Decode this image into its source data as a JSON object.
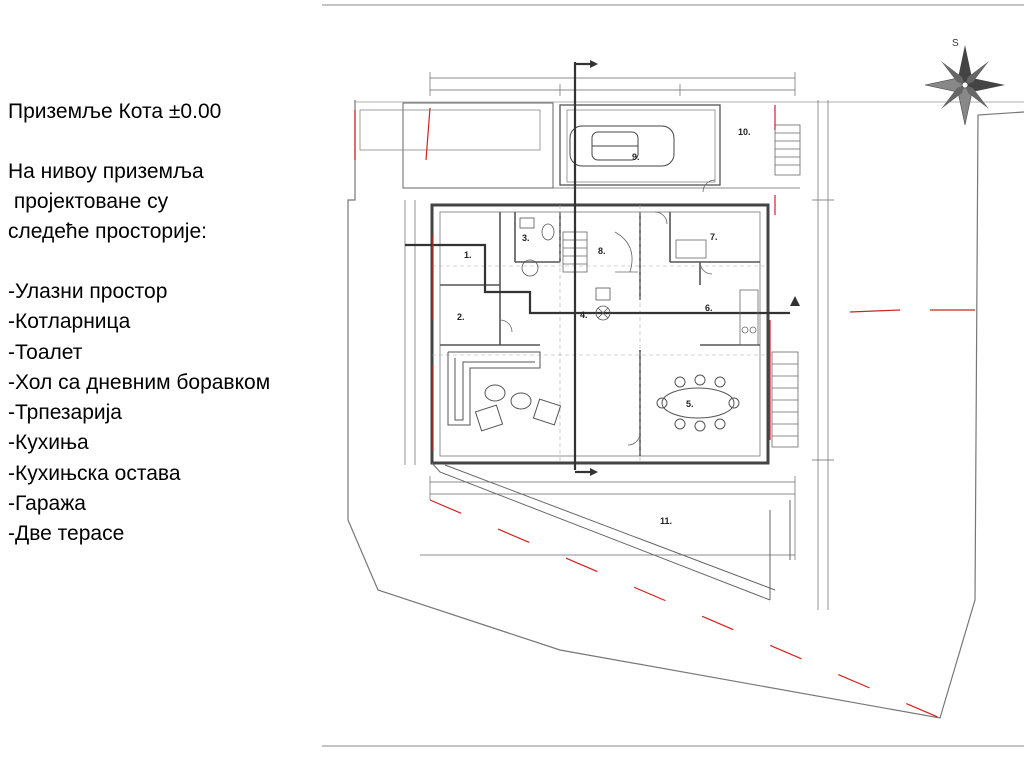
{
  "slide": {
    "title": "Приземље Кота ±0.00",
    "intro_lines": [
      "На нивоу приземља",
      " пројектоване су",
      "следеће просторије:"
    ],
    "rooms": [
      "-Улазни простор",
      "-Котларница",
      "-Тоалет",
      "-Хол са дневним боравком",
      "-Трпезарија",
      "-Кухиња",
      "-Кухињска остава",
      "-Гаража",
      "-Две терасе"
    ]
  },
  "plan": {
    "room_numbers": [
      "1.",
      "2.",
      "3.",
      "4.",
      "5.",
      "6.",
      "7.",
      "8.",
      "9.",
      "10.",
      "11."
    ],
    "compass_label": "S",
    "colors": {
      "lines": "#555555",
      "dark": "#333333",
      "boundary": "#d42020"
    }
  }
}
